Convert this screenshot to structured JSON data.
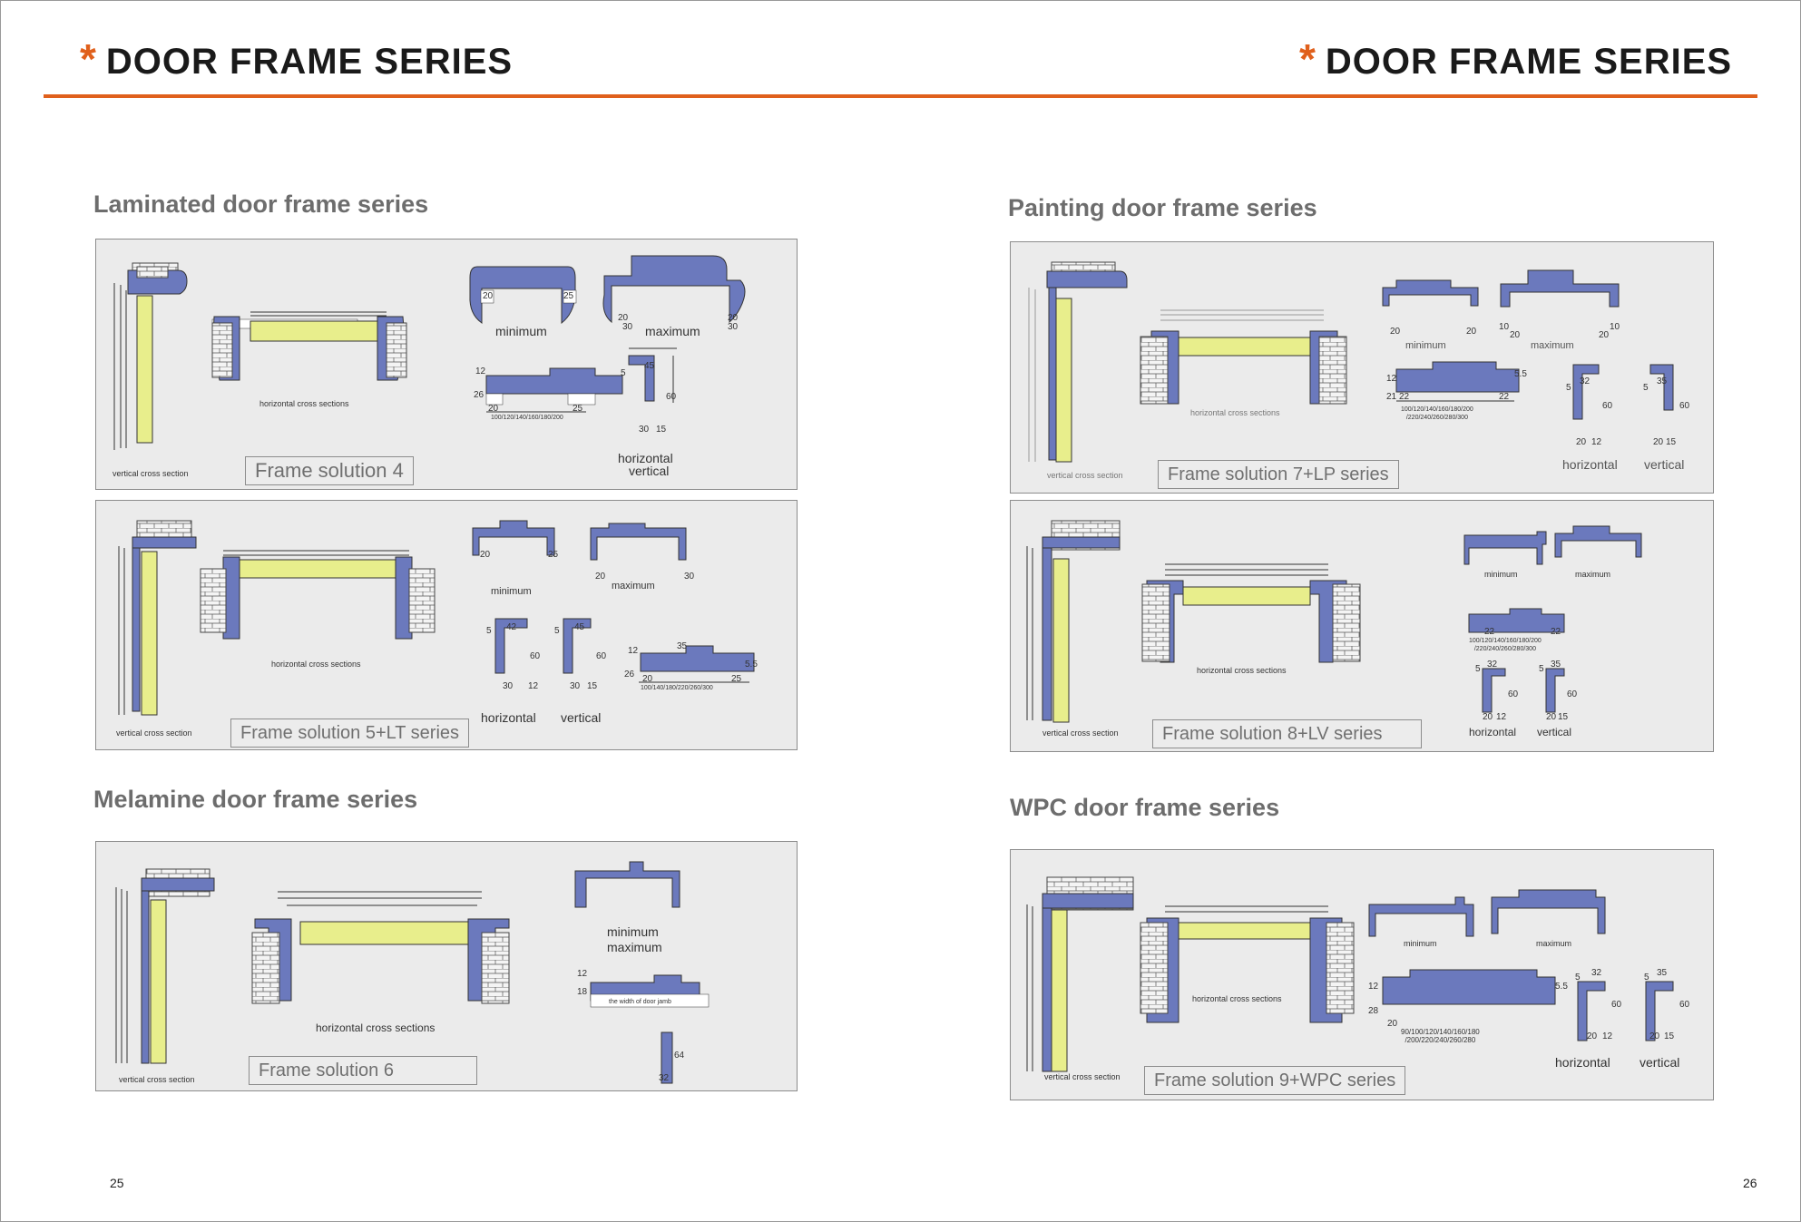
{
  "header": {
    "left_title": "DOOR FRAME SERIES",
    "right_title": "DOOR FRAME SERIES",
    "accent_color": "#e0601c",
    "star_glyph": "*"
  },
  "sections": {
    "laminated": {
      "title": "Laminated door frame series"
    },
    "melamine": {
      "title": "Melamine door frame series"
    },
    "painting": {
      "title": "Painting door frame series"
    },
    "wpc": {
      "title": "WPC door frame series"
    }
  },
  "panels": {
    "fs4": {
      "caption": "Frame solution 4",
      "vertical": "vertical cross section",
      "horizontal": "horizontal cross sections",
      "minimum": "minimum",
      "maximum": "maximum",
      "hv_horizontal": "horizontal",
      "hv_vertical": "vertical",
      "nums": {
        "a": "20",
        "b": "25",
        "c": "20",
        "d": "30",
        "e": "20",
        "f": "30",
        "g": "12",
        "h": "26",
        "i": "20",
        "j": "25",
        "k": "5",
        "l": "45",
        "m": "60",
        "n": "30",
        "o": "15"
      },
      "widths": "100/120/140/160/180/200"
    },
    "fs5": {
      "caption": "Frame solution 5+LT series",
      "vertical": "vertical cross section",
      "horizontal": "horizontal cross sections",
      "minimum": "minimum",
      "maximum": "maximum",
      "hv_horizontal": "horizontal",
      "hv_vertical": "vertical",
      "nums": {
        "a": "20",
        "b": "25",
        "c": "20",
        "d": "30",
        "e": "5",
        "f": "42",
        "g": "60",
        "h": "30",
        "i": "12",
        "j": "5",
        "k": "45",
        "l": "60",
        "m": "30",
        "n": "15",
        "o": "35",
        "p": "12",
        "q": "26",
        "r": "20",
        "s": "25",
        "t": "5.5"
      },
      "widths": "100/140/180/220/260/300"
    },
    "fs6": {
      "caption": "Frame solution 6",
      "vertical": "vertical cross section",
      "horizontal": "horizontal cross sections",
      "minimum": "minimum",
      "maximum": "maximum",
      "jamb": "the width of door jamb",
      "nums": {
        "a": "12",
        "b": "18",
        "c": "64",
        "d": "32"
      }
    },
    "fs7": {
      "caption": "Frame solution 7+LP series",
      "vertical": "vertical cross section",
      "horizontal": "horizontal cross sections",
      "minimum": "minimum",
      "maximum": "maximum",
      "hv_horizontal": "horizontal",
      "hv_vertical": "vertical",
      "nums": {
        "a": "20",
        "b": "20",
        "c": "10",
        "d": "20",
        "e": "20",
        "f": "10",
        "g": "12",
        "h": "21",
        "i": "22",
        "j": "22",
        "k": "5.5",
        "l": "5",
        "m": "32",
        "n": "60",
        "o": "20",
        "p": "12",
        "q": "5",
        "r": "35",
        "s": "60",
        "t": "20",
        "u": "15"
      },
      "widths": "100/120/140/160/180/200\n/220/240/260/280/300"
    },
    "fs8": {
      "caption": "Frame solution 8+LV  series",
      "vertical": "vertical cross section",
      "horizontal": "horizontal cross sections",
      "minimum": "minimum",
      "maximum": "maximum",
      "hv_horizontal": "horizontal",
      "hv_vertical": "vertical",
      "nums": {
        "a": "5",
        "b": "32",
        "c": "60",
        "d": "20",
        "e": "12",
        "f": "5",
        "g": "35",
        "h": "60",
        "i": "20",
        "j": "15",
        "k": "22",
        "l": "22"
      },
      "widths": "100/120/140/160/180/200\n/220/240/260/280/300"
    },
    "fs9": {
      "caption": "Frame solution 9+WPC series",
      "vertical": "vertical cross section",
      "horizontal": "horizontal cross sections",
      "minimum": "minimum",
      "maximum": "maximum",
      "hv_horizontal": "horizontal",
      "hv_vertical": "vertical",
      "nums": {
        "a": "12",
        "b": "28",
        "c": "20",
        "d": "5.5",
        "e": "5",
        "f": "32",
        "g": "60",
        "h": "20",
        "i": "12",
        "j": "5",
        "k": "35",
        "l": "60",
        "m": "20",
        "n": "15"
      },
      "widths": "90/100/120/140/160/180\n/200/220/240/260/280"
    }
  },
  "footer": {
    "left_page": "25",
    "right_page": "26"
  },
  "colors": {
    "frame_blue": "#6b79bd",
    "door_yellow": "#e8ee8c",
    "panel_bg": "#ebebeb",
    "title_gray": "#6d6d6d"
  }
}
